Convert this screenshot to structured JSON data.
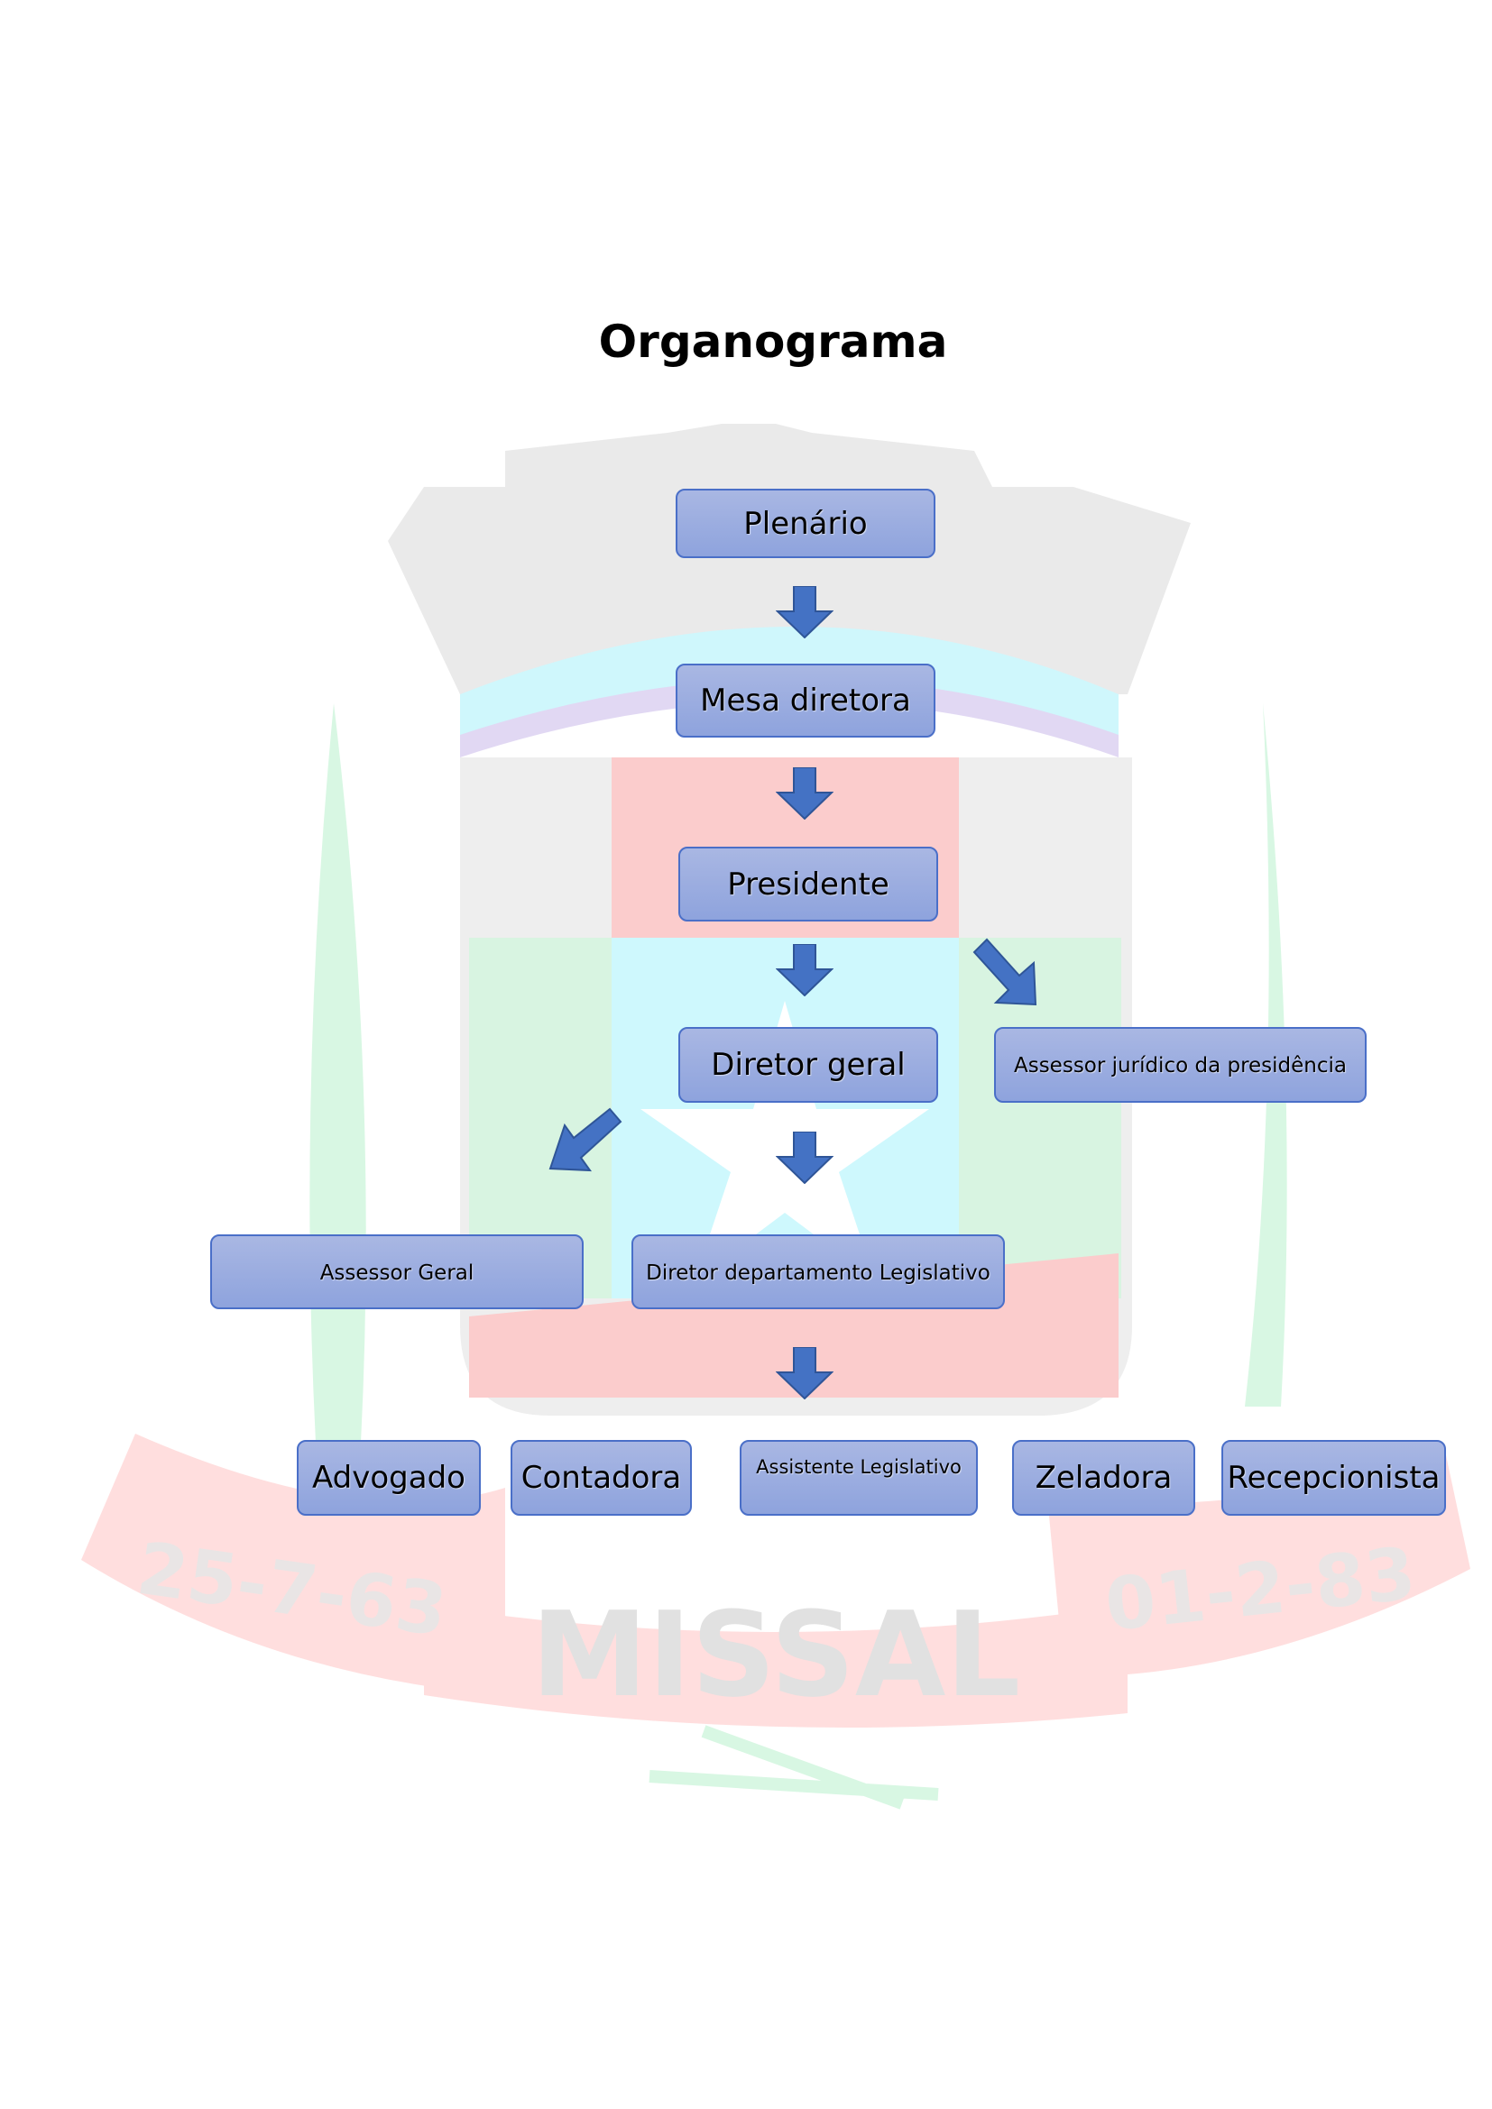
{
  "title": "Organograma",
  "watermark": {
    "name": "MISSAL",
    "date_left": "25-7-63",
    "date_right": "01-2-83"
  },
  "nodes": {
    "plenario": "Plenário",
    "mesa": "Mesa diretora",
    "presidente": "Presidente",
    "diretor_geral": "Diretor geral",
    "assessor_juridico": "Assessor jurídico da presidência",
    "assessor_geral": "Assessor Geral",
    "diretor_legislativo": "Diretor departamento Legislativo",
    "advogado": "Advogado",
    "contadora": "Contadora",
    "assistente": "Assistente Legislativo",
    "zeladora": "Zeladora",
    "recepcionista": "Recepcionista"
  },
  "colors": {
    "box_border": "#4a6fc8",
    "arrow": "#4472c4"
  }
}
